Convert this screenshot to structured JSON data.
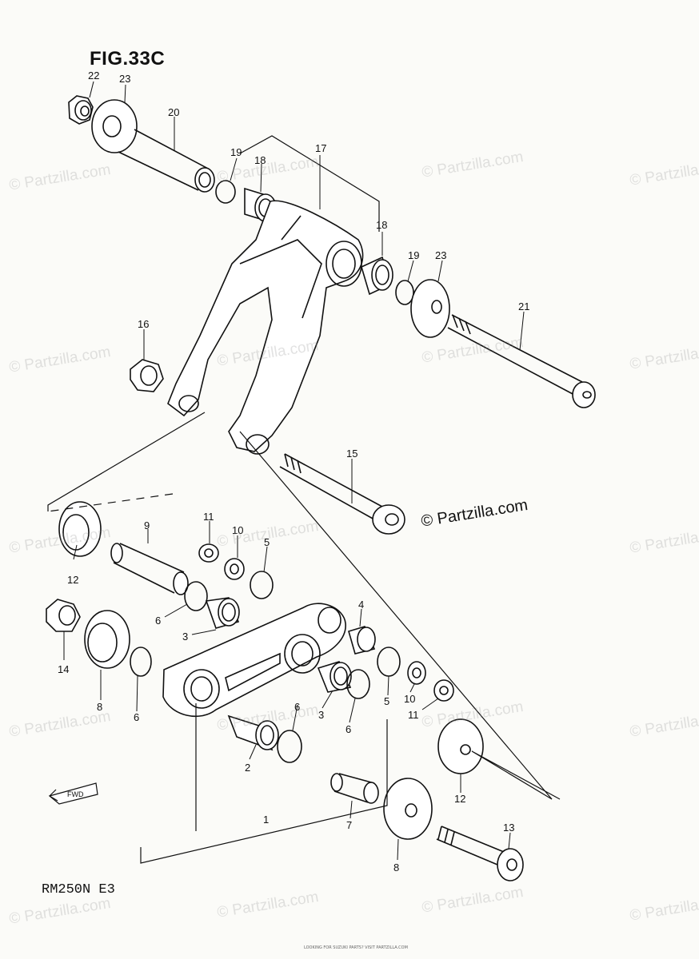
{
  "figure_title": "FIG.33C",
  "model_code": "RM250N  E3",
  "copyright_notice": "© Partzilla.com",
  "watermark_text": "© Partzilla.com",
  "fwd_label": "FWD",
  "footer_text": "LOOKING FOR SUZUKI PARTS? VISIT PARTZILLA.COM",
  "callouts": [
    "22",
    "23",
    "20",
    "19",
    "18",
    "17",
    "18",
    "19",
    "23",
    "21",
    "16",
    "15",
    "12",
    "9",
    "11",
    "10",
    "5",
    "6",
    "3",
    "4",
    "14",
    "8",
    "6",
    "10",
    "11",
    "3",
    "6",
    "5",
    "2",
    "6",
    "12",
    "7",
    "13",
    "8",
    "1"
  ],
  "colors": {
    "line": "#111111",
    "paper": "#fbfbf8",
    "watermark": "#969696"
  }
}
